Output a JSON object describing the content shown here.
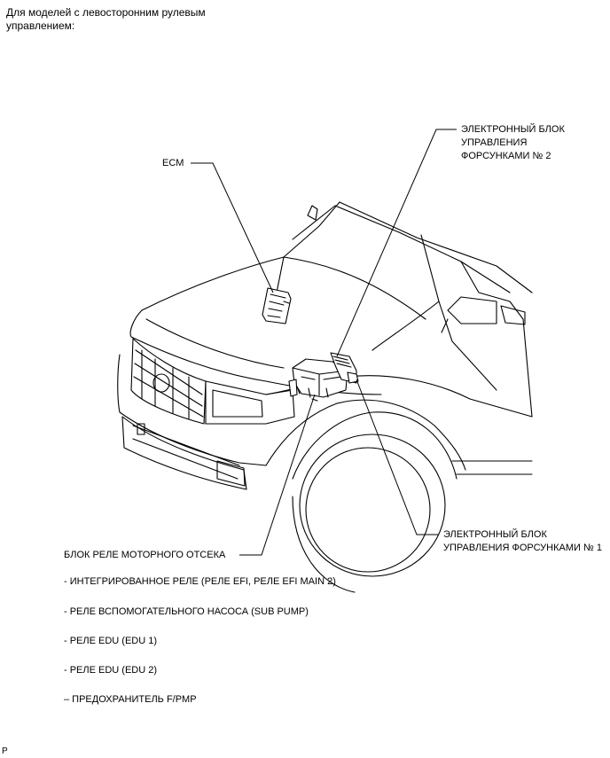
{
  "header": {
    "line1": "Для моделей с левосторонним рулевым",
    "line2": "управлением:"
  },
  "labels": {
    "ecm": "ECM",
    "edu2_line1": "ЭЛЕКТРОННЫЙ БЛОК",
    "edu2_line2": "УПРАВЛЕНИЯ",
    "edu2_line3": "ФОРСУНКАМИ № 2",
    "edu1_line1": "ЭЛЕКТРОННЫЙ БЛОК",
    "edu1_line2": "УПРАВЛЕНИЯ ФОРСУНКАМИ № 1",
    "relay_block": "БЛОК РЕЛЕ МОТОРНОГО ОТСЕКА"
  },
  "relay_items": [
    "- ИНТЕГРИРОВАННОЕ РЕЛЕ (РЕЛЕ EFI, РЕЛЕ EFI MAIN 2)",
    "- РЕЛЕ ВСПОМОГАТЕЛЬНОГО НАСОСА (SUB PUMP)",
    "- РЕЛЕ EDU (EDU 1)",
    "- РЕЛЕ EDU (EDU 2)",
    "– ПРЕДОХРАНИТЕЛЬ F/PMP"
  ],
  "footer": {
    "code": "P"
  }
}
